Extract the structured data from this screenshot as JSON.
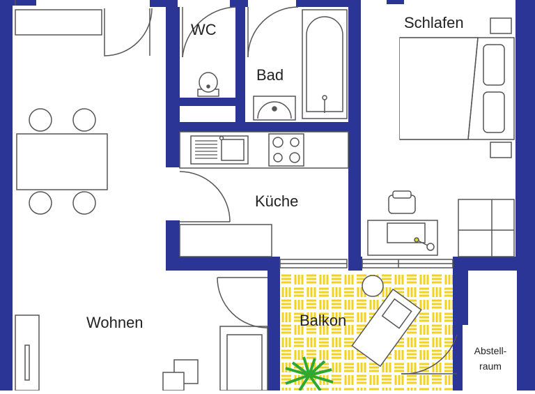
{
  "colors": {
    "wall": "#2a3596",
    "line": "#555555",
    "balcony_pattern": "#f2d21e",
    "plant": "#2ea82e",
    "lamp": "#e3d614"
  },
  "rooms": {
    "wc": "WC",
    "bad": "Bad",
    "schlafen": "Schlafen",
    "kueche": "Küche",
    "wohnen": "Wohnen",
    "balkon": "Balkon",
    "abstellraum_line1": "Abstell-",
    "abstellraum_line2": "raum"
  },
  "icons": [
    "door-swing-icon",
    "toilet-icon",
    "bathtub-icon",
    "sink-icon",
    "double-bed-icon",
    "kitchen-sink-icon",
    "stove-icon",
    "dining-table-icon",
    "chair-icon",
    "desk-icon",
    "office-chair-icon",
    "sofa-icon",
    "lounge-chair-icon",
    "plant-icon"
  ]
}
